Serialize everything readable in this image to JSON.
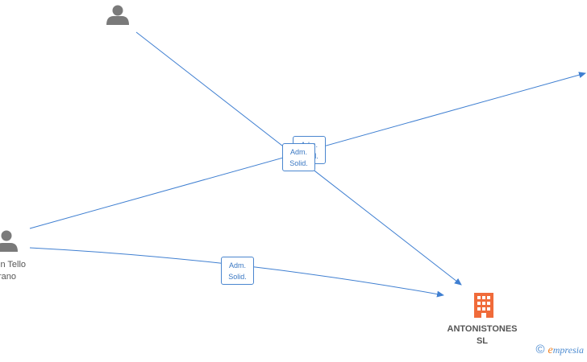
{
  "nodes": {
    "person_top": {
      "label": "",
      "icon": "person-icon",
      "color": "#7a7a7a"
    },
    "person_left": {
      "label_line1": "in Tello",
      "label_line2": "rano",
      "icon": "person-icon",
      "color": "#7a7a7a"
    },
    "company": {
      "label_line1": "ANTONISTONES",
      "label_line2": "SL",
      "icon": "building-icon",
      "color": "#f06b3a"
    }
  },
  "edges": {
    "label_line1": "Adm.",
    "label_line2": "Solid.",
    "color": "#3f7fd1"
  },
  "watermark": {
    "copyright": "©",
    "brand_first": "e",
    "brand_rest": "mpresia"
  }
}
